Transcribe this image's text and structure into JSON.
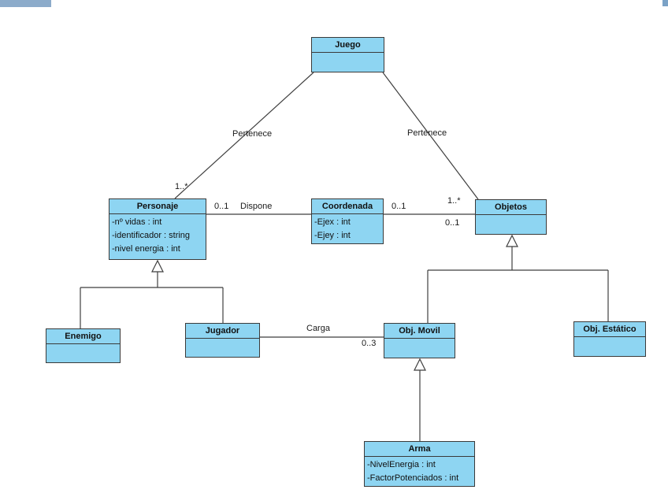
{
  "diagram": {
    "kind": "uml-class-diagram",
    "language": "es"
  },
  "colors": {
    "class_fill": "#8ed5f2",
    "class_border": "#3a3a3a",
    "line": "#3f3f3f",
    "decor_bar": "#8cabca",
    "decor_square": "#7ba2c6",
    "background": "#ffffff"
  },
  "classes": [
    {
      "id": "juego",
      "name": "Juego",
      "attributes": []
    },
    {
      "id": "personaje",
      "name": "Personaje",
      "attributes": [
        "-nº vidas : int",
        "-identificador : string",
        "-nivel energia : int"
      ]
    },
    {
      "id": "coordenada",
      "name": "Coordenada",
      "attributes": [
        "-Ejex : int",
        "-Ejey : int"
      ]
    },
    {
      "id": "objetos",
      "name": "Objetos",
      "attributes": []
    },
    {
      "id": "enemigo",
      "name": "Enemigo",
      "attributes": []
    },
    {
      "id": "jugador",
      "name": "Jugador",
      "attributes": []
    },
    {
      "id": "obj_movil",
      "name": "Obj. Movil",
      "attributes": []
    },
    {
      "id": "obj_estatico",
      "name": "Obj. Estático",
      "attributes": []
    },
    {
      "id": "arma",
      "name": "Arma",
      "attributes": [
        "-NivelEnergia : int",
        "-FactorPotenciados : int"
      ]
    }
  ],
  "associations": {
    "pertenece_left": {
      "label": "Pertenece",
      "mult_personaje_end": "1..*"
    },
    "pertenece_right": {
      "label": "Pertenece",
      "mult_objetos_end": "1..*"
    },
    "dispone": {
      "label": "Dispone",
      "mult_personaje_end": "0..1",
      "mult_coordenada_end": "0..1",
      "mult_objetos_end": "0..1"
    },
    "carga": {
      "label": "Carga",
      "mult_objmovil_end": "0..3"
    }
  },
  "generalizations": [
    {
      "parent": "Personaje",
      "children": [
        "Enemigo",
        "Jugador"
      ]
    },
    {
      "parent": "Objetos",
      "children": [
        "Obj. Movil",
        "Obj. Estático"
      ]
    },
    {
      "parent": "Obj. Movil",
      "children": [
        "Arma"
      ]
    }
  ]
}
